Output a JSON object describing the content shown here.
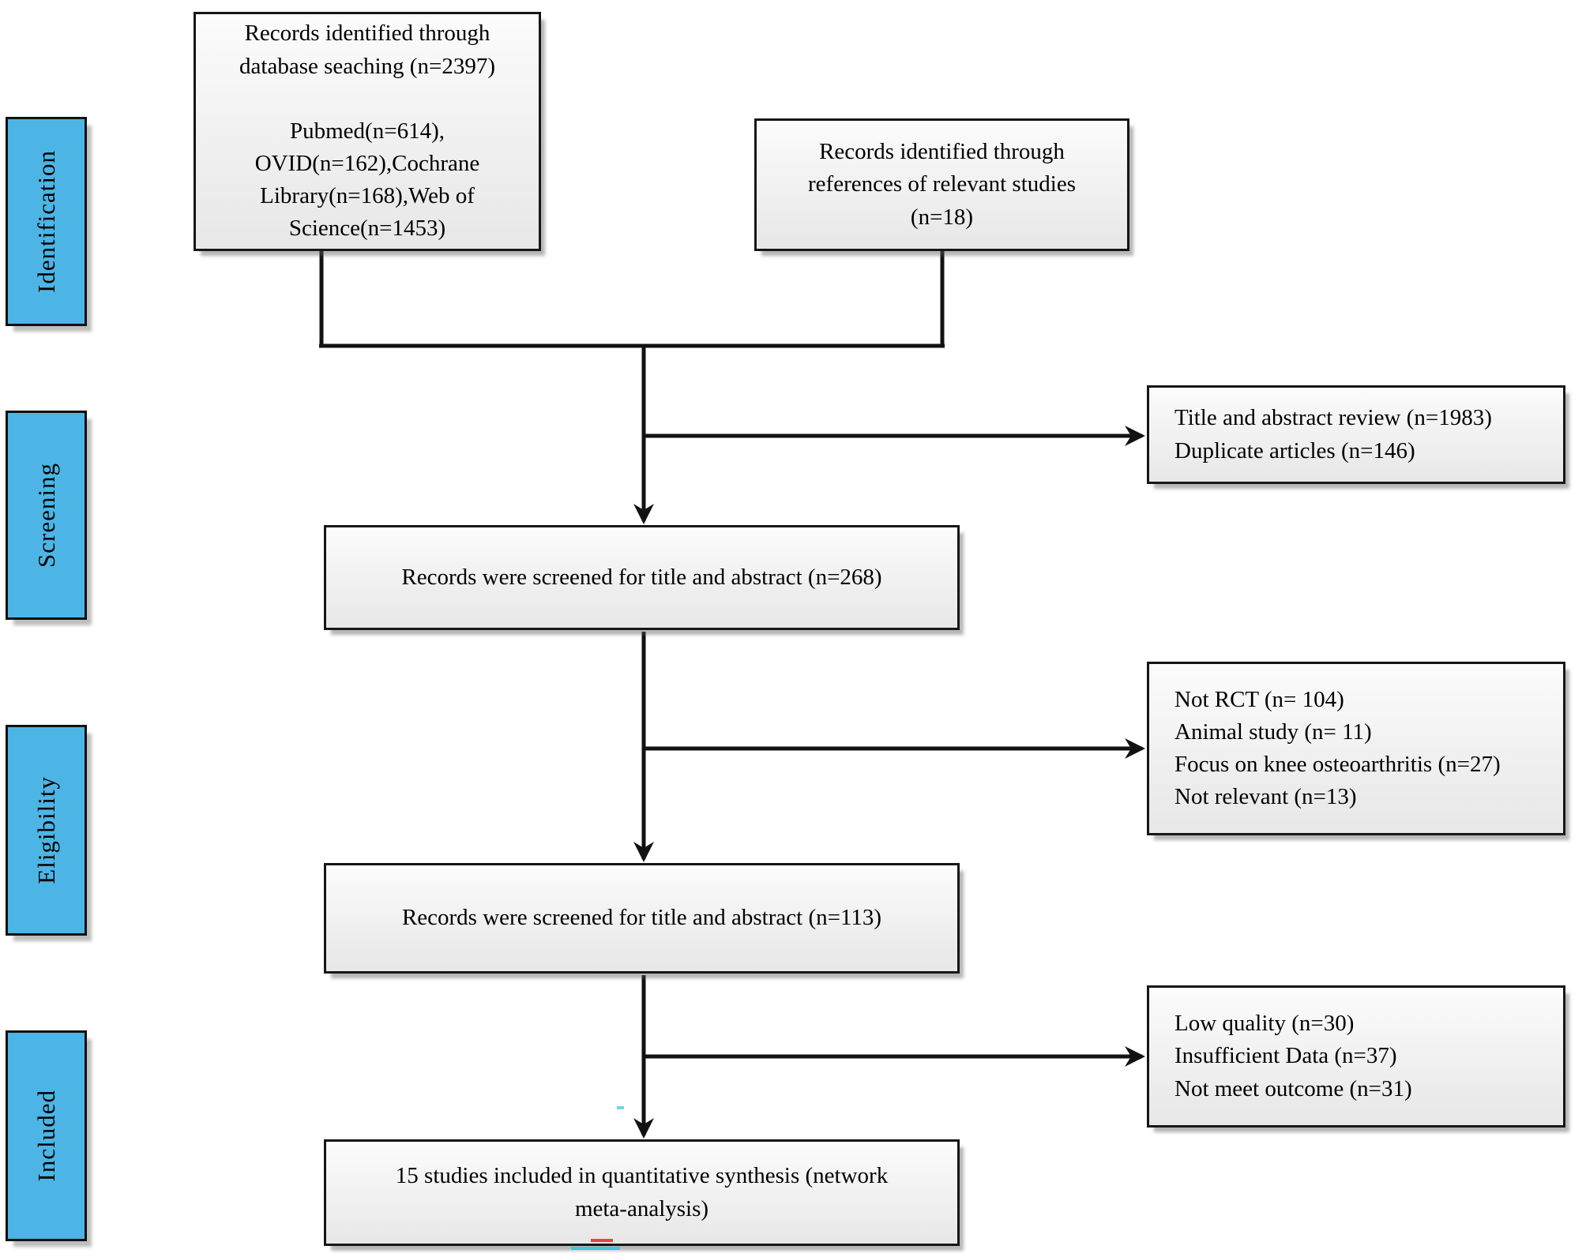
{
  "stages": [
    {
      "label": "Identification"
    },
    {
      "label": "Screening"
    },
    {
      "label": "Eligibility"
    },
    {
      "label": "Included"
    }
  ],
  "boxes": {
    "identified_database": {
      "text": "Records identified through\ndatabase seaching (n=2397)\n\nPubmed(n=614),\nOVID(n=162),Cochrane\nLibrary(n=168),Web of\nScience(n=1453)"
    },
    "identified_references": {
      "text": "Records identified through\nreferences of relevant studies\n(n=18)"
    },
    "screened_268": {
      "text": "Records were screened for title and abstract (n=268)"
    },
    "screened_113": {
      "text": "Records were screened for title and abstract (n=113)"
    },
    "included_final": {
      "text": "15 studies included in quantitative synthesis (network\nmeta-analysis)"
    },
    "excluded_title_abstract": {
      "text": "Title and abstract review (n=1983)\nDuplicate articles (n=146)"
    },
    "excluded_eligibility": {
      "text": "Not RCT (n= 104)\nAnimal study (n= 11)\nFocus on knee osteoarthritis (n=27)\nNot relevant (n=13)"
    },
    "excluded_quality": {
      "text": "Low quality (n=30)\nInsufficient Data (n=37)\nNot meet outcome (n=31)"
    }
  },
  "colors": {
    "stage_fill": "#4db5e5",
    "line": "#121212"
  }
}
